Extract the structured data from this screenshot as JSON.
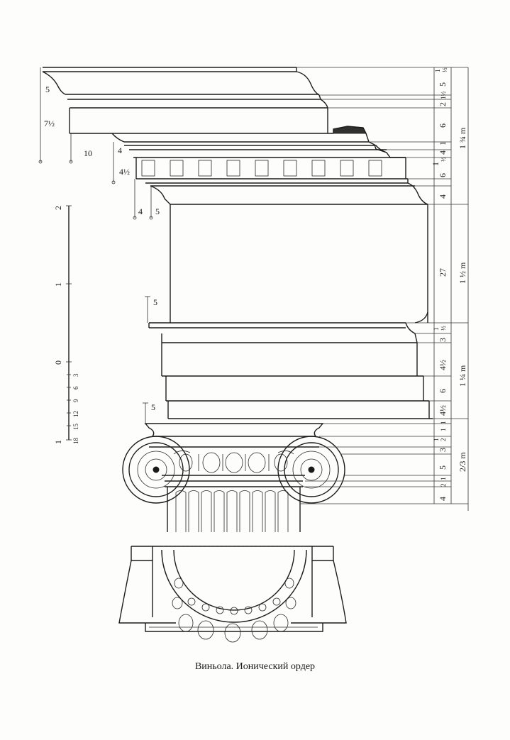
{
  "caption": "Виньола. Ионический ордер",
  "left_dims": {
    "cornice_a": "5",
    "cornice_b": "7½",
    "corona": "10",
    "bed_a": "4",
    "bed_b": "4½",
    "frieze_a": "4",
    "frieze_b": "5",
    "architrave_top": "5",
    "architrave_bottom": "5"
  },
  "scale_bar": {
    "major": [
      "2",
      "1",
      "0"
    ],
    "minor": [
      "3",
      "6",
      "9",
      "12",
      "15",
      "18"
    ],
    "end": "1"
  },
  "right_parts": {
    "cornice_rows": [
      "½",
      "1",
      "5",
      "1½",
      "2",
      "6",
      "1",
      "4",
      "½",
      "1",
      "6"
    ],
    "cornice_total": "1 ¾ m",
    "frieze_rows": [
      "4",
      "27"
    ],
    "frieze_total": "1 ½ m",
    "architrave_rows": [
      "½",
      "1",
      "3",
      "4½",
      "6",
      "4½"
    ],
    "architrave_total": "1 ¼ m",
    "capital_rows": [
      "1",
      "1",
      "2",
      "1",
      "3",
      "5",
      "1",
      "2",
      "4"
    ],
    "capital_total": "2/3 m"
  }
}
